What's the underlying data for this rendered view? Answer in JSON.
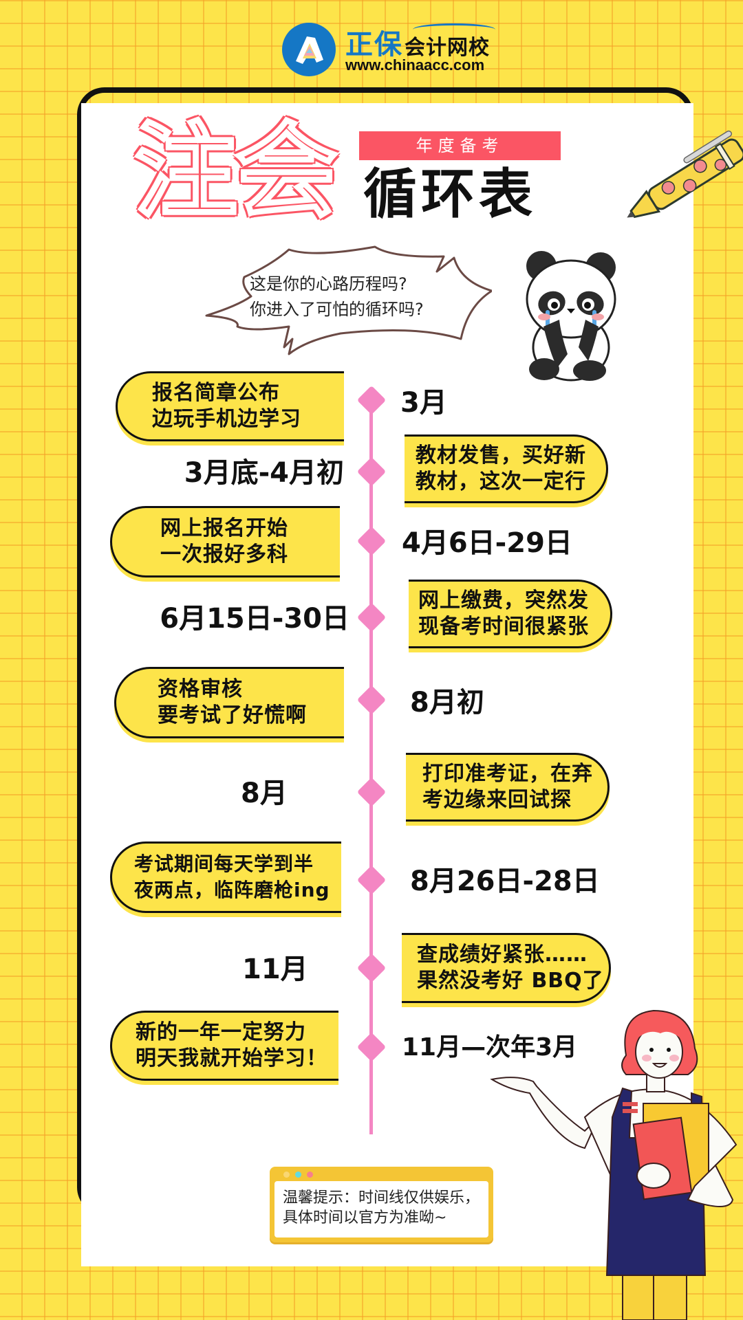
{
  "logo": {
    "brand": "正保",
    "name": "会计网校",
    "url": "www.chinaacc.com",
    "color": "#1577c5"
  },
  "title": {
    "main": "注会",
    "badge": "年度备考",
    "sub": "循环表",
    "accent_color": "#fb5564"
  },
  "bubble": {
    "line1": "这是你的心路历程吗?",
    "line2": "你进入了可怕的循环吗?"
  },
  "timeline": {
    "line_color": "#f486c3",
    "card_color": "#fde44a",
    "events": [
      {
        "side": "left",
        "text": "报名简章公布\n边玩手机边学习",
        "date": "3月"
      },
      {
        "side": "right",
        "text": "教材发售，买好新\n教材，这次一定行",
        "date": "3月底-4月初"
      },
      {
        "side": "left",
        "text": "网上报名开始\n一次报好多科",
        "date": "4月6日-29日"
      },
      {
        "side": "right",
        "text": "网上缴费，突然发\n现备考时间很紧张",
        "date": "6月15日-30日"
      },
      {
        "side": "left",
        "text": "资格审核\n要考试了好慌啊",
        "date": "8月初"
      },
      {
        "side": "right",
        "text": "打印准考证，在弃\n考边缘来回试探",
        "date": "8月"
      },
      {
        "side": "left",
        "text": "考试期间每天学到半\n夜两点，临阵磨枪ing",
        "date": "8月26日-28日"
      },
      {
        "side": "right",
        "text": "查成绩好紧张……\n果然没考好 BBQ了",
        "date": "11月"
      },
      {
        "side": "left",
        "text": "新的一年一定努力\n明天我就开始学习！",
        "date": "11月—次年3月"
      }
    ]
  },
  "tip": {
    "line1": "温馨提示：时间线仅供娱乐，",
    "line2": "具体时间以官方为准呦~",
    "dots": [
      "#f9d774",
      "#63dbe0",
      "#f77f8c"
    ]
  },
  "illustrations": {
    "panda": "crying-panda",
    "pen": "polka-dot-pen",
    "girl": "presenting-girl"
  }
}
